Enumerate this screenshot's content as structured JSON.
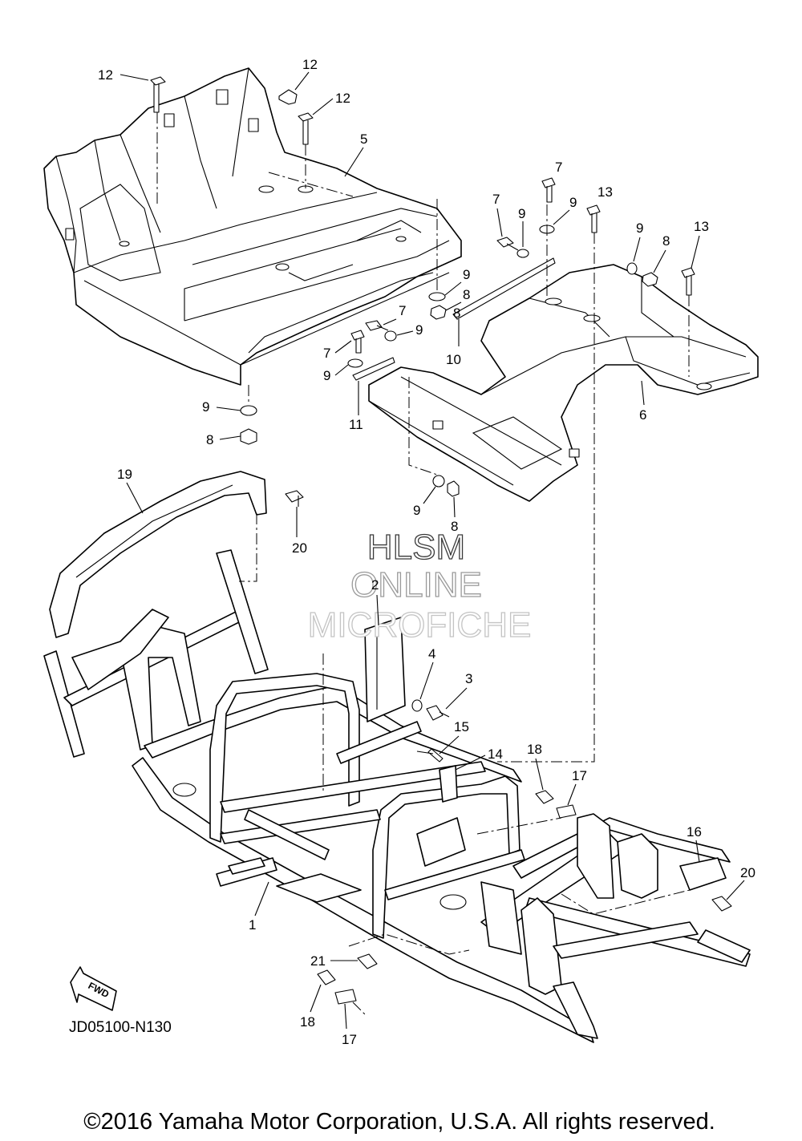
{
  "watermark": {
    "line1": "HLSM",
    "line2": "ONLINE",
    "line3": "MICROFICHE"
  },
  "callouts": {
    "c12a": "12",
    "c12b": "12",
    "c12c": "12",
    "c5": "5",
    "c6": "6",
    "c7a": "7",
    "c7b": "7",
    "c7c": "7",
    "c7d": "7",
    "c9a": "9",
    "c9b": "9",
    "c9c": "9",
    "c9d": "9",
    "c9e": "9",
    "c9f": "9",
    "c9g": "9",
    "c9h": "9",
    "c8a": "8",
    "c8b": "8",
    "c8c": "8",
    "c8d": "8",
    "c13a": "13",
    "c13b": "13",
    "c10": "10",
    "c11": "11",
    "c19": "19",
    "c20a": "20",
    "c20b": "20",
    "c2": "2",
    "c4": "4",
    "c3": "3",
    "c15": "15",
    "c14": "14",
    "c18a": "18",
    "c18b": "18",
    "c17a": "17",
    "c17b": "17",
    "c16": "16",
    "c1": "1",
    "c21": "21"
  },
  "fwd_label": "FWD",
  "diagram_code": "JD05100-N130",
  "copyright": "©2016 Yamaha Motor Corporation, U.S.A. All rights reserved."
}
